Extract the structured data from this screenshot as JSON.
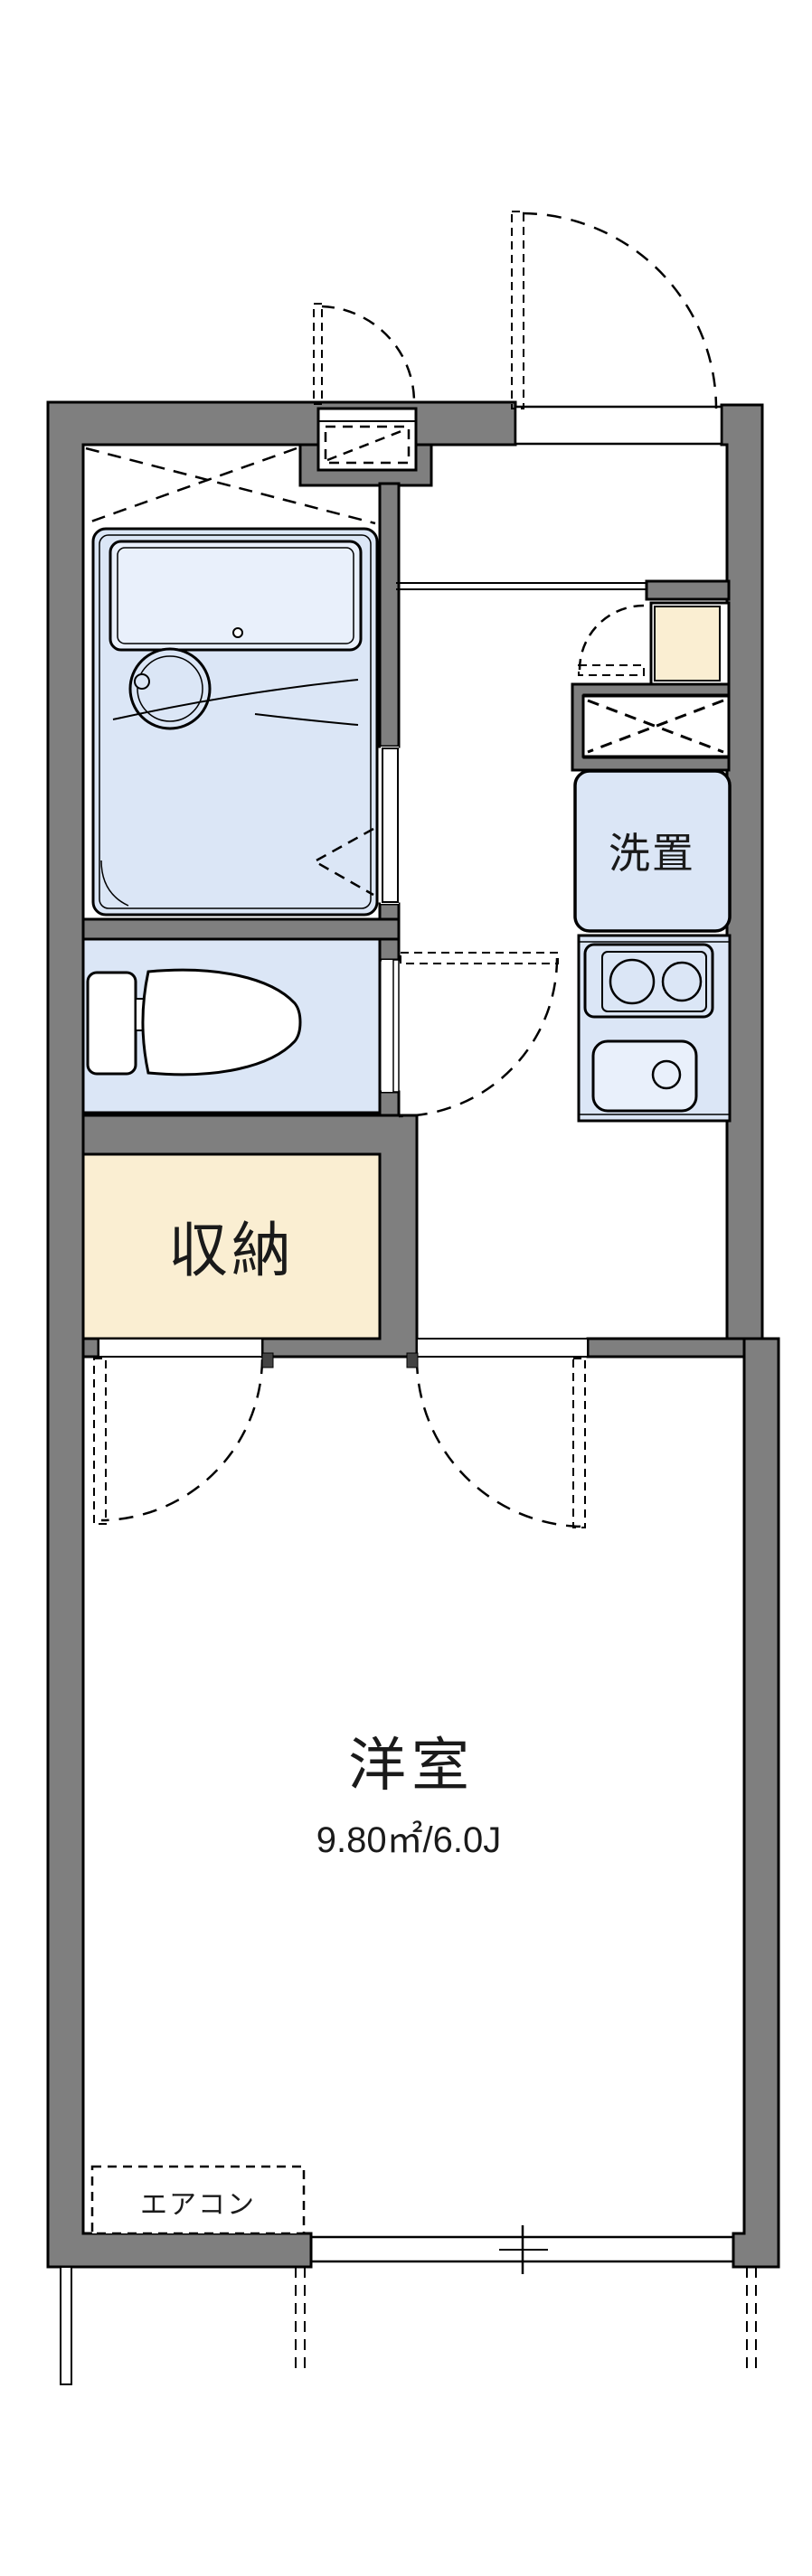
{
  "rooms": {
    "western_room": {
      "label": "洋室",
      "area": "9.80㎡/6.0J"
    },
    "storage": {
      "label": "収納"
    },
    "laundry": {
      "label": "洗置"
    },
    "aircon": {
      "label": "エアコン"
    }
  },
  "colors": {
    "wall_gray": "#7f7f7f",
    "fixture_blue": "#dbe6f6",
    "fixture_blue_light": "#e9f0fb",
    "storage_cream": "#faeed2",
    "outline_black": "#000000",
    "background": "#ffffff"
  }
}
